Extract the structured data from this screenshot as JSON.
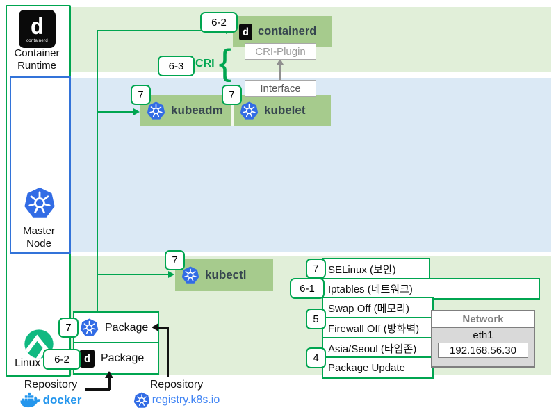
{
  "left_column": {
    "container_runtime_label": "Container Runtime",
    "containerd_logo_letter": "d",
    "containerd_logo_text": "containerd",
    "master_node_label": "Master Node",
    "linux_os_label": "Linux OS"
  },
  "nodes": {
    "containerd": {
      "label": "containerd",
      "badge": "6-2",
      "icon": "containerd-icon"
    },
    "cri_plugin": {
      "label": "CRI-Plugin"
    },
    "interface": {
      "label": "Interface"
    },
    "cri": {
      "label": "CRI",
      "badge": "6-3"
    },
    "kubeadm": {
      "label": "kubeadm",
      "badge": "7",
      "icon": "kubernetes-icon"
    },
    "kubelet": {
      "label": "kubelet",
      "badge": "7",
      "icon": "kubernetes-icon"
    },
    "kubectl": {
      "label": "kubectl",
      "badge": "7",
      "icon": "kubernetes-icon"
    },
    "package_kubernetes": {
      "label": "Package",
      "badge": "7",
      "icon": "kubernetes-icon"
    },
    "package_containerd": {
      "label": "Package",
      "badge": "6-2",
      "icon": "containerd-icon"
    }
  },
  "config": {
    "selinux": {
      "label": "SELinux (보안)",
      "badge": "7"
    },
    "iptables": {
      "label": "Iptables (네트워크)",
      "badge": "6-1"
    },
    "swap": {
      "label": "Swap Off (메모리)"
    },
    "firewall": {
      "label": "Firewall Off (방화벽)",
      "badge": "5"
    },
    "timezone": {
      "label": "Asia/Seoul (타임존)"
    },
    "package_update": {
      "label": "Package Update",
      "badge": "4"
    }
  },
  "network": {
    "title": "Network",
    "interface": "eth1",
    "ip": "192.168.56.30"
  },
  "repositories": {
    "docker": {
      "label": "Repository",
      "name": "docker",
      "icon": "docker-icon"
    },
    "registry": {
      "label": "Repository",
      "name": "registry.k8s.io",
      "icon": "kubernetes-icon"
    }
  },
  "colors": {
    "green_border": "#00a550",
    "node_green": "#a6cb8d",
    "panel_green": "#e1efd9",
    "panel_blue": "#dbe9f5",
    "master_blue": "#3273d9",
    "kubernetes_blue": "#326ce5",
    "docker_blue": "#2496ed",
    "registry_blue": "#4285f4",
    "linux_logo_green": "#10b981",
    "gray_box_border": "#7f7f7f"
  }
}
